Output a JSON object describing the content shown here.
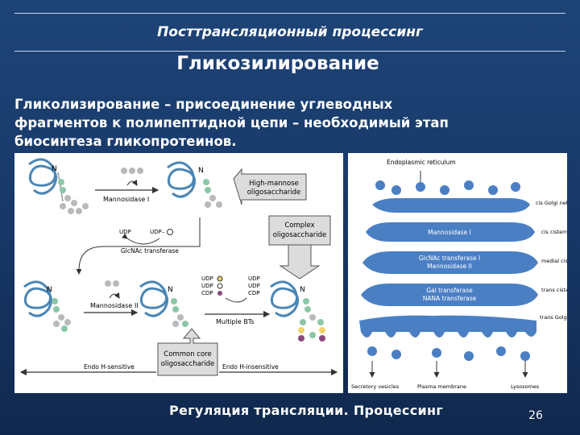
{
  "slide": {
    "header": "Посттрансляционный процессинг",
    "title": "Гликозилирование",
    "definition_lines": [
      "Гликолизирование – присоединение углеводных",
      "фрагментов к полипептидной цепи – необходимый этап",
      "биосинтеза гликопротеинов."
    ],
    "footer": "Регуляция трансляции. Процессинг",
    "page_number": "26"
  },
  "pathway": {
    "mannosidase_1": "Mannosidase I",
    "high_mannose_line1": "High-mannose",
    "high_mannose_line2": "oligosaccharide",
    "complex_line1": "Complex",
    "complex_line2": "oligosaccharide",
    "udp": "UDP",
    "udp_sugar": "UDP–",
    "glcnac_transferase": "GlcNAc transferase",
    "mannosidase_2": "Mannosidase II",
    "sugar_donors": [
      "UDP",
      "UDP",
      "CDP"
    ],
    "sugar_donors_right": [
      "UDP",
      "UDP",
      "CDP"
    ],
    "multiple_bts": "Multiple BTs",
    "common_core_line1": "Common core",
    "common_core_line2": "oligosaccharide",
    "endo_sensitive": "Endo H-sensitive",
    "endo_insensitive": "Endo H-insensitive",
    "n_label": "N"
  },
  "golgi": {
    "er_label": "Endoplasmic reticulum",
    "enzymes": [
      "Mannosidase I",
      "GlcNAc transferase I",
      "Mannosidase II",
      "Gal transferase",
      "NANA transferase"
    ],
    "right_labels": [
      "cis Golgi network",
      "cis cisterna",
      "medial cisterna",
      "trans cisterna",
      "trans Golgi network"
    ],
    "bottom_labels": [
      "Secretory vesicles",
      "Plasma membrane",
      "Lysosomes"
    ]
  },
  "colors": {
    "background": "#1b3a6b",
    "membrane": "#4a7fc4",
    "protein": "#4a86b5",
    "sugar_green": "#8bc7a6",
    "sugar_gray": "#b9b9b9"
  }
}
